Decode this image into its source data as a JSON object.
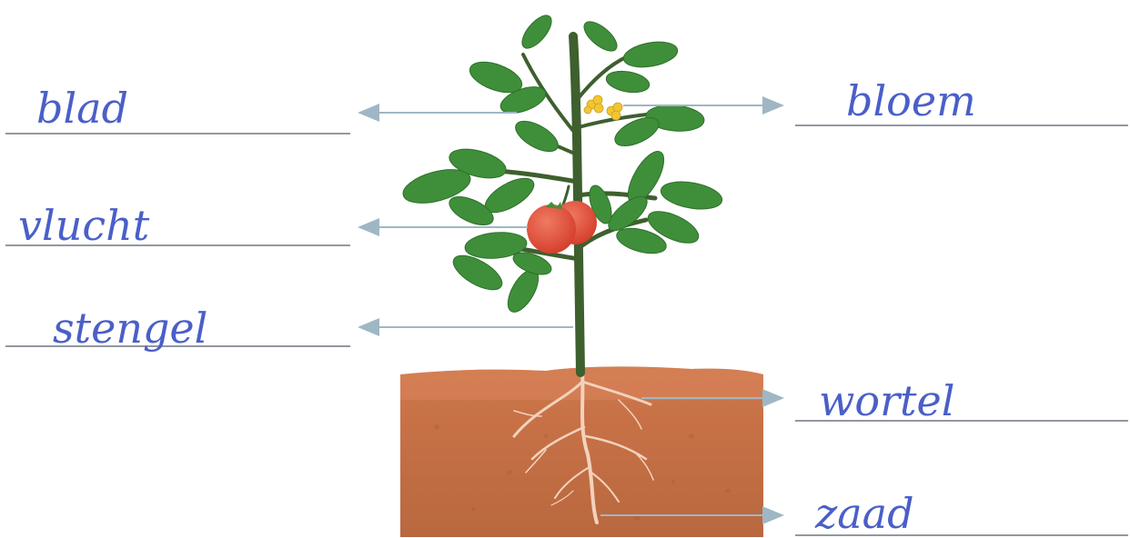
{
  "diagram": {
    "subject": "tomato-plant",
    "colors": {
      "handwriting": "#4a5fc8",
      "rule_line": "#6f7680",
      "arrow": "#9fb7c4",
      "leaf": "#3f8f3a",
      "stem": "#3e5f2e",
      "tomato": "#e14a35",
      "flower": "#f2c531",
      "soil": "#c9744a",
      "root": "#f3d2bc"
    },
    "labels": {
      "blad": "blad",
      "vrucht": "vlucht",
      "stengel": "stengel",
      "bloem": "bloem",
      "wortel": "wortel",
      "zaad": "zaad"
    }
  }
}
